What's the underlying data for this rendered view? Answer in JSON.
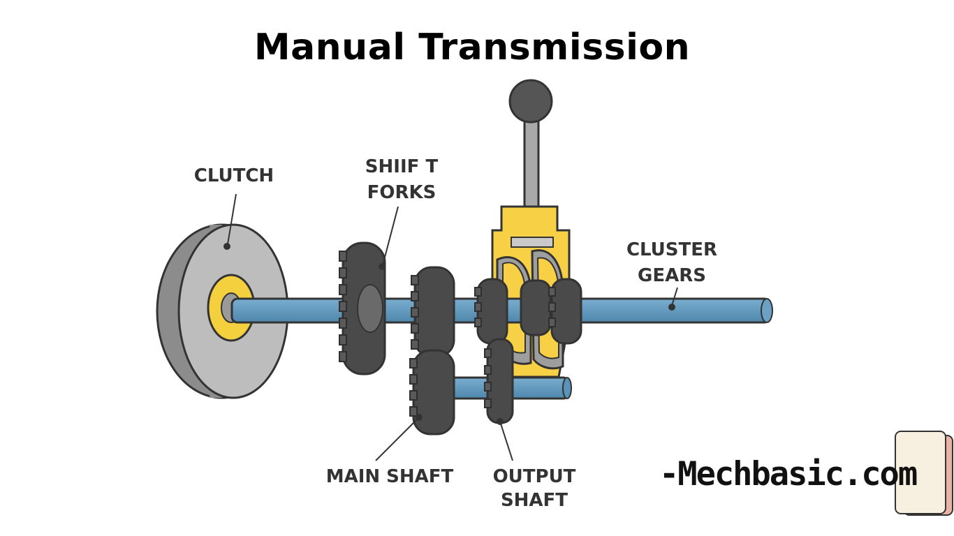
{
  "title": "Manual Transmission",
  "labels": {
    "clutch": "CLUTCH",
    "shift_forks_line1": "SHIIF T",
    "shift_forks_line2": "FORKS",
    "cluster_gears_line1": "CLUSTER",
    "cluster_gears_line2": "GEARS",
    "main_shaft": "MAIN SHAFT",
    "output_shaft_line1": "OUTPUT",
    "output_shaft_line2": "SHAFT"
  },
  "watermark": "-Mechbasic.com",
  "colors": {
    "shaft": "#5b93b8",
    "gear": "#4a4a4a",
    "clutch_disc": "#b8b8b8",
    "housing": "#f7d046",
    "knob": "#555555"
  }
}
